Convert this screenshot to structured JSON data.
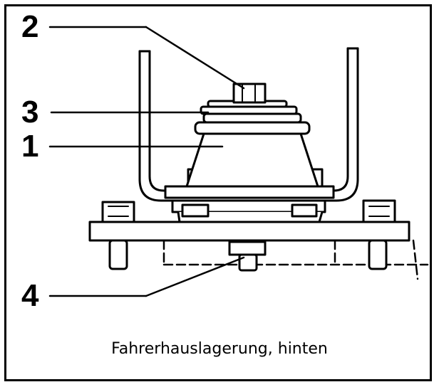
{
  "callouts": {
    "c1": "1",
    "c2": "2",
    "c3": "3",
    "c4": "4"
  },
  "caption": "Fahrerhauslagerung, hinten"
}
